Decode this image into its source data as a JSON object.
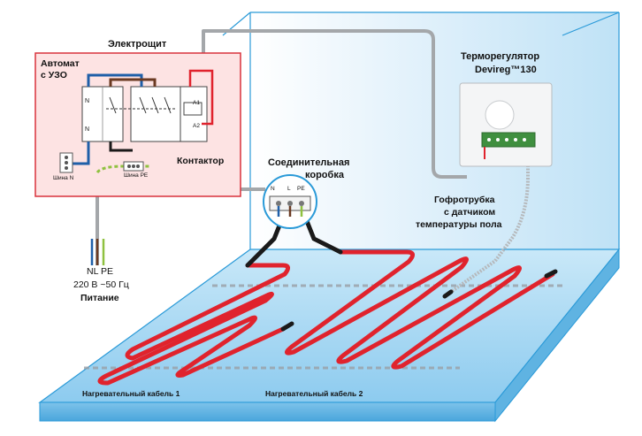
{
  "panel": {
    "title": "Электрощит",
    "breaker_line1": "Автомат",
    "breaker_line2": "с УЗО",
    "contactor": "Контактор",
    "bus_n": "Шина N",
    "bus_pe": "Шина PE",
    "term_n_top": "N",
    "term_n_bottom": "N",
    "term_a1": "A1",
    "term_a2": "A2"
  },
  "junction_box": {
    "title_line1": "Соединительная",
    "title_line2": "коробка",
    "term_n": "N",
    "term_l": "L",
    "term_pe": "PE"
  },
  "thermostat": {
    "title_line1": "Терморегулятор",
    "title_line2": "Devireg™130"
  },
  "sensor_tube": {
    "line1": "Гофротрубка",
    "line2": "с датчиком",
    "line3": "температуры пола"
  },
  "power": {
    "terminals": "NL  PE",
    "spec": "220 В ~50 Гц",
    "label": "Питание"
  },
  "cables": {
    "cable1": "Нагревательный кабель 1",
    "cable2": "Нагревательный кабель 2"
  },
  "colors": {
    "panel_fill": "#fde3e3",
    "panel_border": "#d9323c",
    "wall_blue": "#cfe8f7",
    "floor_blue": "#a9d8f0",
    "heating_cable": "#e0232d",
    "wire_blue": "#1f5fa8",
    "wire_gray": "#a4a7aa",
    "wire_pe": "#8fc140"
  }
}
